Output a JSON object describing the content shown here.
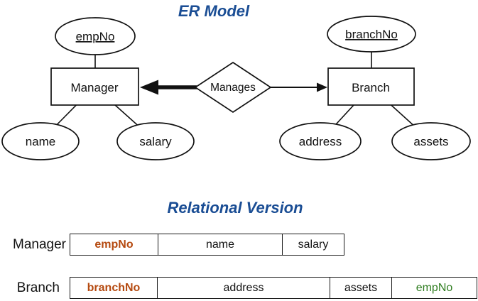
{
  "er_model": {
    "title": "ER Model",
    "entities": [
      {
        "label": "Manager"
      },
      {
        "label": "Branch"
      }
    ],
    "relationship": {
      "label": "Manages"
    },
    "attributes": [
      {
        "label": "empNo",
        "entity": "Manager",
        "primary_key": true
      },
      {
        "label": "name",
        "entity": "Manager",
        "primary_key": false
      },
      {
        "label": "salary",
        "entity": "Manager",
        "primary_key": false
      },
      {
        "label": "branchNo",
        "entity": "Branch",
        "primary_key": true
      },
      {
        "label": "address",
        "entity": "Branch",
        "primary_key": false
      },
      {
        "label": "assets",
        "entity": "Branch",
        "primary_key": false
      }
    ]
  },
  "relational_version": {
    "title": "Relational Version",
    "tables": [
      {
        "name": "Manager",
        "columns": [
          {
            "label": "empNo",
            "role": "primary-key"
          },
          {
            "label": "name",
            "role": "plain"
          },
          {
            "label": "salary",
            "role": "plain"
          }
        ]
      },
      {
        "name": "Branch",
        "columns": [
          {
            "label": "branchNo",
            "role": "primary-key"
          },
          {
            "label": "address",
            "role": "plain"
          },
          {
            "label": "assets",
            "role": "plain"
          },
          {
            "label": "empNo",
            "role": "foreign-key"
          }
        ]
      }
    ]
  },
  "colors": {
    "heading_blue": "#1a4d94",
    "primary_key_orange": "#b54a10",
    "foreign_key_green": "#2f7d20",
    "diagram_ink": "#111111",
    "background": "#ffffff"
  }
}
